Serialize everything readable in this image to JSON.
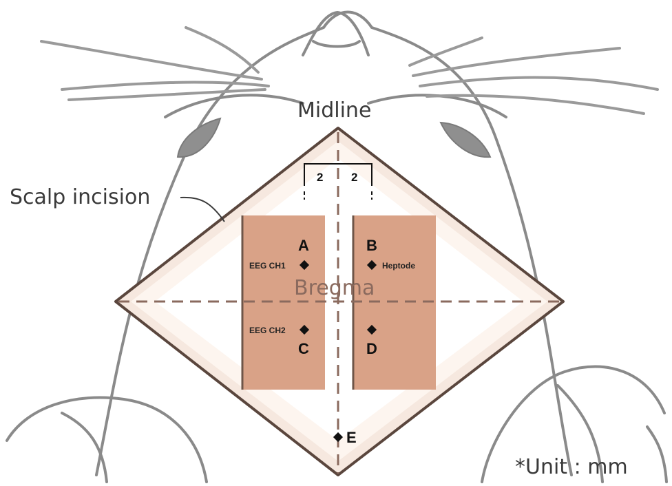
{
  "labels": {
    "midline": "Midline",
    "scalp_incision": "Scalp incision",
    "bregma": "Bregma",
    "unit": "*Unit : mm"
  },
  "dimensions": {
    "left": "2",
    "right": "2"
  },
  "points": {
    "A": {
      "label": "A",
      "annotation": "EEG CH1"
    },
    "B": {
      "label": "B",
      "annotation": "Heptode"
    },
    "C": {
      "label": "C",
      "annotation": "EEG CH2"
    },
    "D": {
      "label": "D",
      "annotation": ""
    },
    "E": {
      "label": "E",
      "annotation": ""
    }
  },
  "colors": {
    "outline": "#8a8a8a",
    "incision": "#5a463d",
    "skull_panel": "#d9a287",
    "dashed_line": "#8a6a5e",
    "marker": "#111111"
  }
}
